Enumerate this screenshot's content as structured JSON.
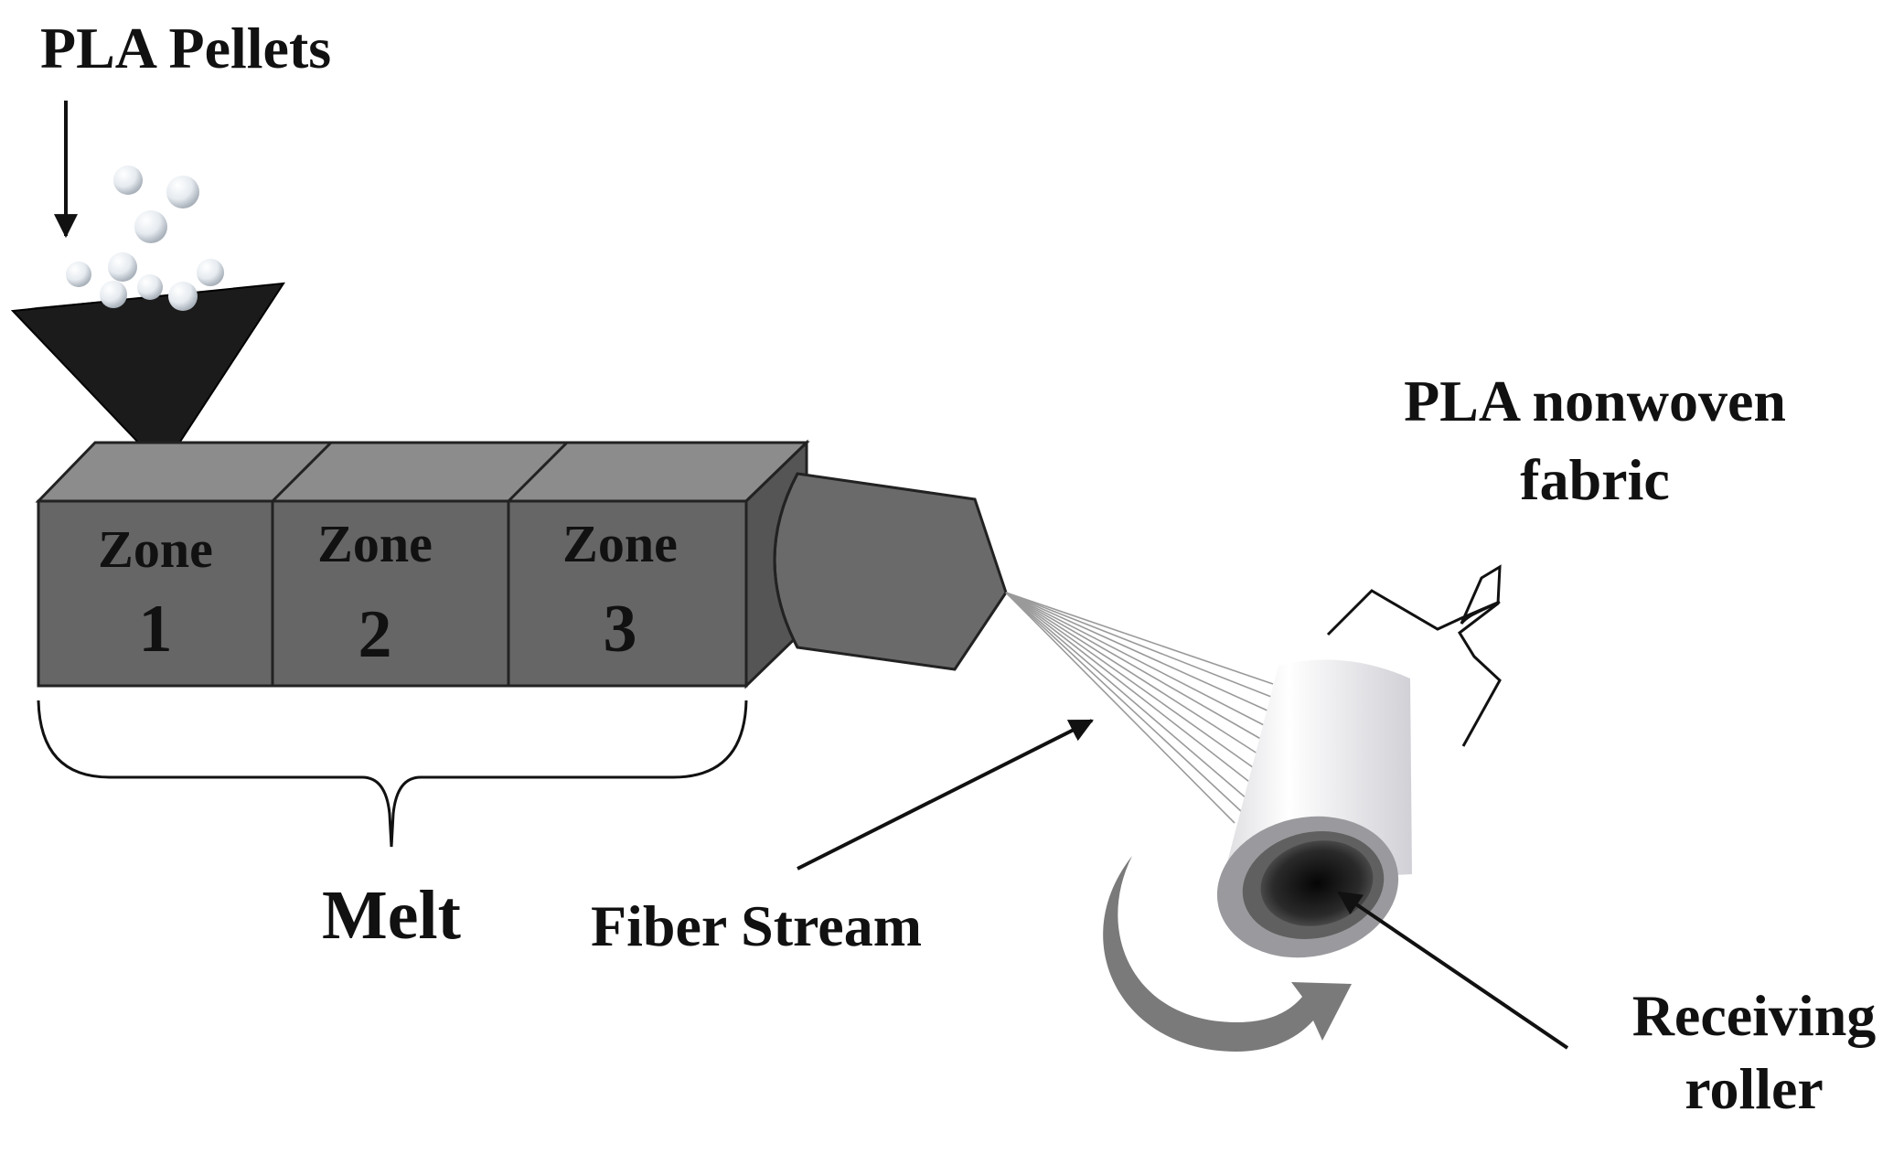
{
  "labels": {
    "pellets": "PLA Pellets",
    "zone_word": "Zone",
    "zone1_num": "1",
    "zone2_num": "2",
    "zone3_num": "3",
    "melt": "Melt",
    "fiber_stream": "Fiber Stream",
    "fabric_line1": "PLA nonwoven",
    "fabric_line2": "fabric",
    "roller_line1": "Receiving",
    "roller_line2": "roller"
  },
  "colors": {
    "barrel_front": "#666666",
    "barrel_top": "#8c8c8c",
    "barrel_side": "#555555",
    "nozzle": "#6a6a6a",
    "hopper": "#222222",
    "pellet": "#e6ebf0",
    "roller": "#f4f4f6",
    "rotation_arrow": "#777777",
    "ink": "#111111"
  },
  "icons": {
    "hopper": "funnel-icon",
    "roller": "roller-icon",
    "rotation": "rotation-arrow-icon"
  }
}
